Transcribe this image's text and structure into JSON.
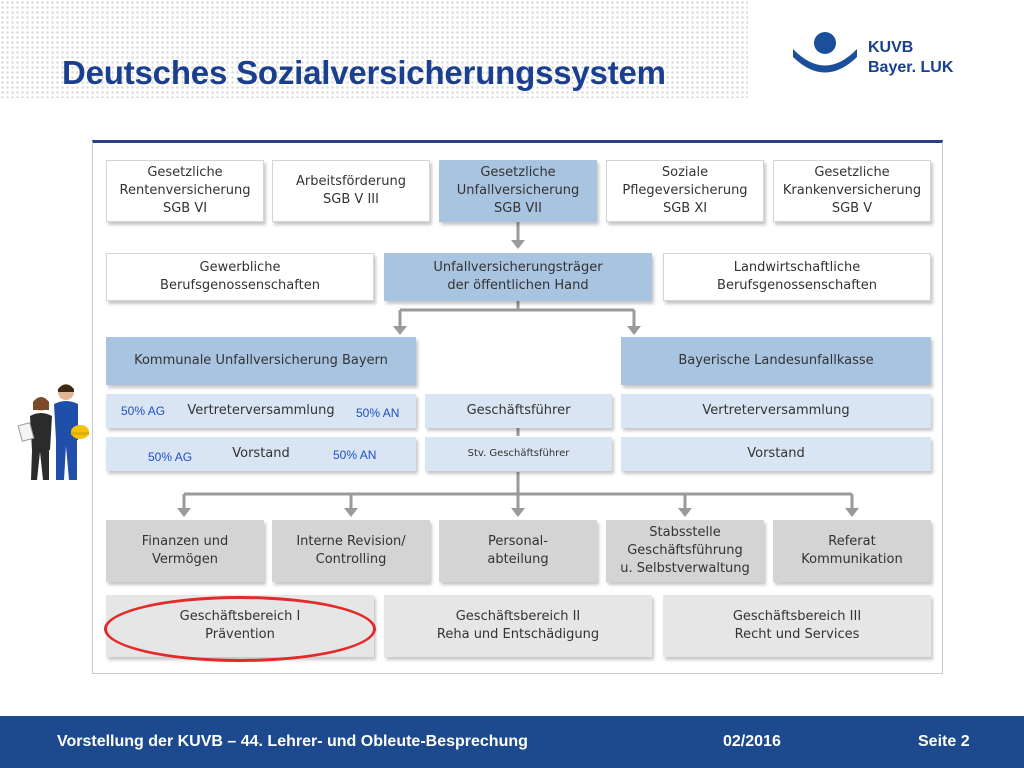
{
  "slide": {
    "title": "Deutsches Sozialversicherungssystem",
    "logo": {
      "line1": "KUVB",
      "line2": "Bayer. LUK"
    },
    "colors": {
      "brand": "#1b3f8f",
      "box_blue": "#a9c4e1",
      "box_light_blue": "#d9e5f3",
      "box_grey": "#d4d4d4",
      "highlight": "#e22a2a"
    }
  },
  "diagram": {
    "row1": [
      [
        "Gesetzliche",
        "Rentenversicherung",
        "SGB VI"
      ],
      [
        "Arbeitsförderung",
        "SGB V III"
      ],
      [
        "Gesetzliche",
        "Unfallversicherung",
        "SGB VII"
      ],
      [
        "Soziale",
        "Pflegeversicherung",
        "SGB XI"
      ],
      [
        "Gesetzliche",
        "Krankenversicherung",
        "SGB V"
      ]
    ],
    "row2": [
      [
        "Gewerbliche",
        "Berufsgenossenschaften"
      ],
      [
        "Unfallversicherungsträger",
        "der öffentlichen Hand"
      ],
      [
        "Landwirtschaftliche",
        "Berufsgenossenschaften"
      ]
    ],
    "row3": [
      "Kommunale Unfallversicherung Bayern",
      "Bayerische Landesunfallkasse"
    ],
    "row4": {
      "left": "Vertreterversammlung",
      "left_pct_ag": "50% AG",
      "left_pct_an": "50% AN",
      "middle": "Geschäftsführer",
      "right": "Vertreterversammlung"
    },
    "row5": {
      "left": "Vorstand",
      "left_pct_ag": "50% AG",
      "left_pct_an": "50% AN",
      "middle": "Stv. Geschäftsführer",
      "right": "Vorstand"
    },
    "row6": [
      [
        "Finanzen und",
        "Vermögen"
      ],
      [
        "Interne Revision/",
        "Controlling"
      ],
      [
        "Personal-",
        "abteilung"
      ],
      [
        "Stabsstelle",
        "Geschäftsführung",
        "u. Selbstverwaltung"
      ],
      [
        "Referat",
        "Kommunikation"
      ]
    ],
    "row7": [
      [
        "Geschäftsbereich I",
        "Prävention"
      ],
      [
        "Geschäftsbereich II",
        "Reha und Entschädigung"
      ],
      [
        "Geschäftsbereich III",
        "Recht und Services"
      ]
    ]
  },
  "footer": {
    "event": "Vorstellung der KUVB – 44. Lehrer- und Obleute-Besprechung",
    "date": "02/2016",
    "page": "Seite 2"
  }
}
